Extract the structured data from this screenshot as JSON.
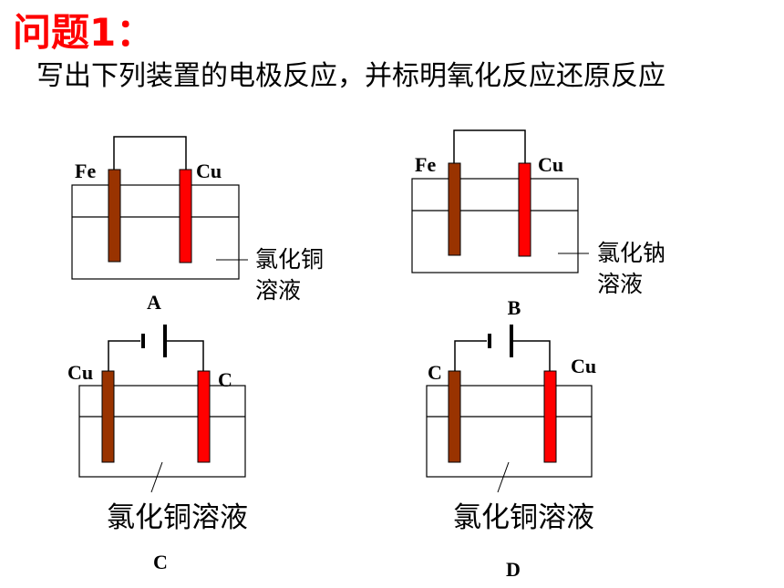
{
  "title": "问题1：",
  "question": "写出下列装置的电极反应，并标明氧化反应还原反应",
  "colors": {
    "title": "#ff0000",
    "iron_electrode": "#993300",
    "copper_electrode": "#ff0000",
    "carbon_electrode": "#ff0000",
    "line": "#000000"
  },
  "setups": [
    {
      "label": "A",
      "left_electrode": "Fe",
      "right_electrode": "Cu",
      "solution_line1": "氯化铜",
      "solution_line2": "溶液",
      "power_source": "none"
    },
    {
      "label": "B",
      "left_electrode": "Fe",
      "right_electrode": "Cu",
      "solution_line1": "氯化钠",
      "solution_line2": "溶液",
      "power_source": "none"
    },
    {
      "label": "C",
      "left_electrode": "Cu",
      "right_electrode": "C",
      "solution": "氯化铜溶液",
      "power_source": "battery"
    },
    {
      "label": "D",
      "left_electrode": "C",
      "right_electrode": "Cu",
      "solution": "氯化铜溶液",
      "power_source": "battery"
    }
  ]
}
